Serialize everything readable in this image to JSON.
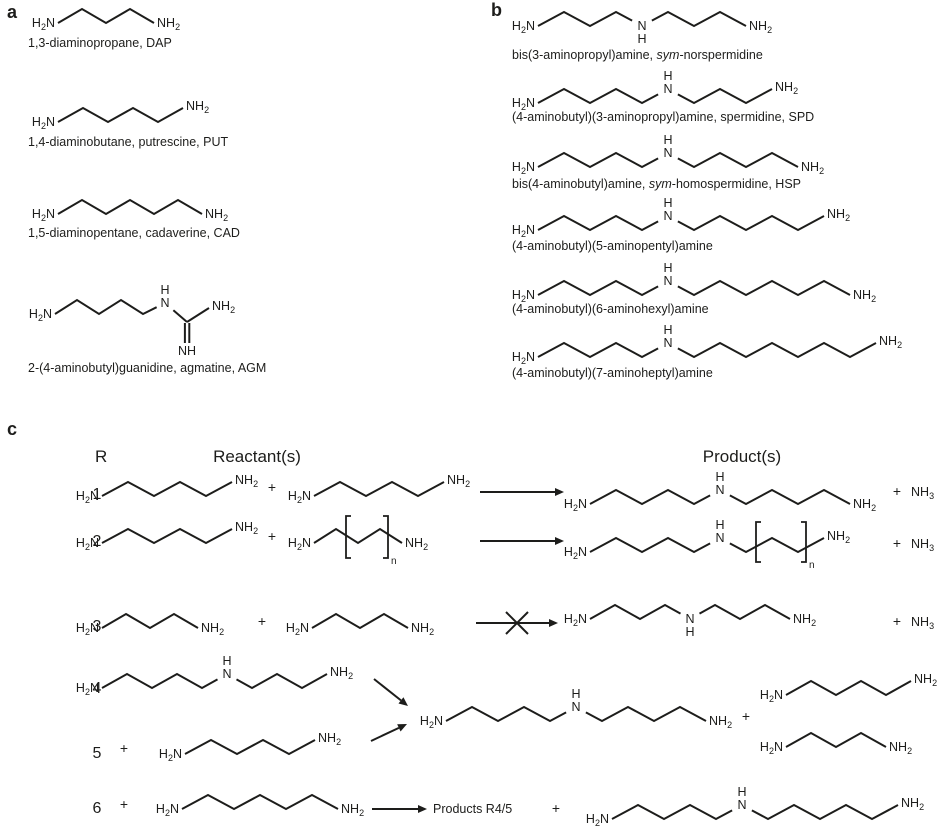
{
  "colors": {
    "ink": "#1d1d1b",
    "background": "#ffffff"
  },
  "atoms": {
    "h2n": "H2N",
    "nh2": "NH2",
    "n": "N",
    "h": "H",
    "nh": "NH",
    "nh3": "NH3"
  },
  "panels": {
    "a": {
      "label": "a",
      "molecules": [
        {
          "name_parts": [
            {
              "t": "1,3-diaminopropane, DAP"
            }
          ]
        },
        {
          "name_parts": [
            {
              "t": "1,4-diaminobutane, putrescine, PUT"
            }
          ]
        },
        {
          "name_parts": [
            {
              "t": "1,5-diaminopentane, cadaverine, CAD"
            }
          ]
        },
        {
          "name_parts": [
            {
              "t": "2-(4-aminobutyl)guanidine, agmatine, AGM"
            }
          ]
        }
      ]
    },
    "b": {
      "label": "b",
      "molecules": [
        {
          "name_parts": [
            {
              "t": "bis(3-aminopropyl)amine, "
            },
            {
              "t": "sym",
              "i": true
            },
            {
              "t": "-norspermidine"
            }
          ]
        },
        {
          "name_parts": [
            {
              "t": "(4-aminobutyl)(3-aminopropyl)amine, spermidine, SPD"
            }
          ]
        },
        {
          "name_parts": [
            {
              "t": "bis(4-aminobutyl)amine, "
            },
            {
              "t": "sym",
              "i": true
            },
            {
              "t": "-homospermidine, HSP"
            }
          ]
        },
        {
          "name_parts": [
            {
              "t": "(4-aminobutyl)(5-aminopentyl)amine"
            }
          ]
        },
        {
          "name_parts": [
            {
              "t": "(4-aminobutyl)(6-aminohexyl)amine"
            }
          ]
        },
        {
          "name_parts": [
            {
              "t": "(4-aminobutyl)(7-aminoheptyl)amine"
            }
          ]
        }
      ]
    },
    "c": {
      "label": "c",
      "headers": {
        "r": "R",
        "reactants": "Reactant(s)",
        "products": "Product(s)"
      },
      "row_numbers": [
        "1",
        "2",
        "3",
        "4",
        "5",
        "6"
      ],
      "labels": {
        "plus": "+",
        "products_ref": "Products R4/5",
        "repeat_subscript": "n"
      }
    }
  }
}
